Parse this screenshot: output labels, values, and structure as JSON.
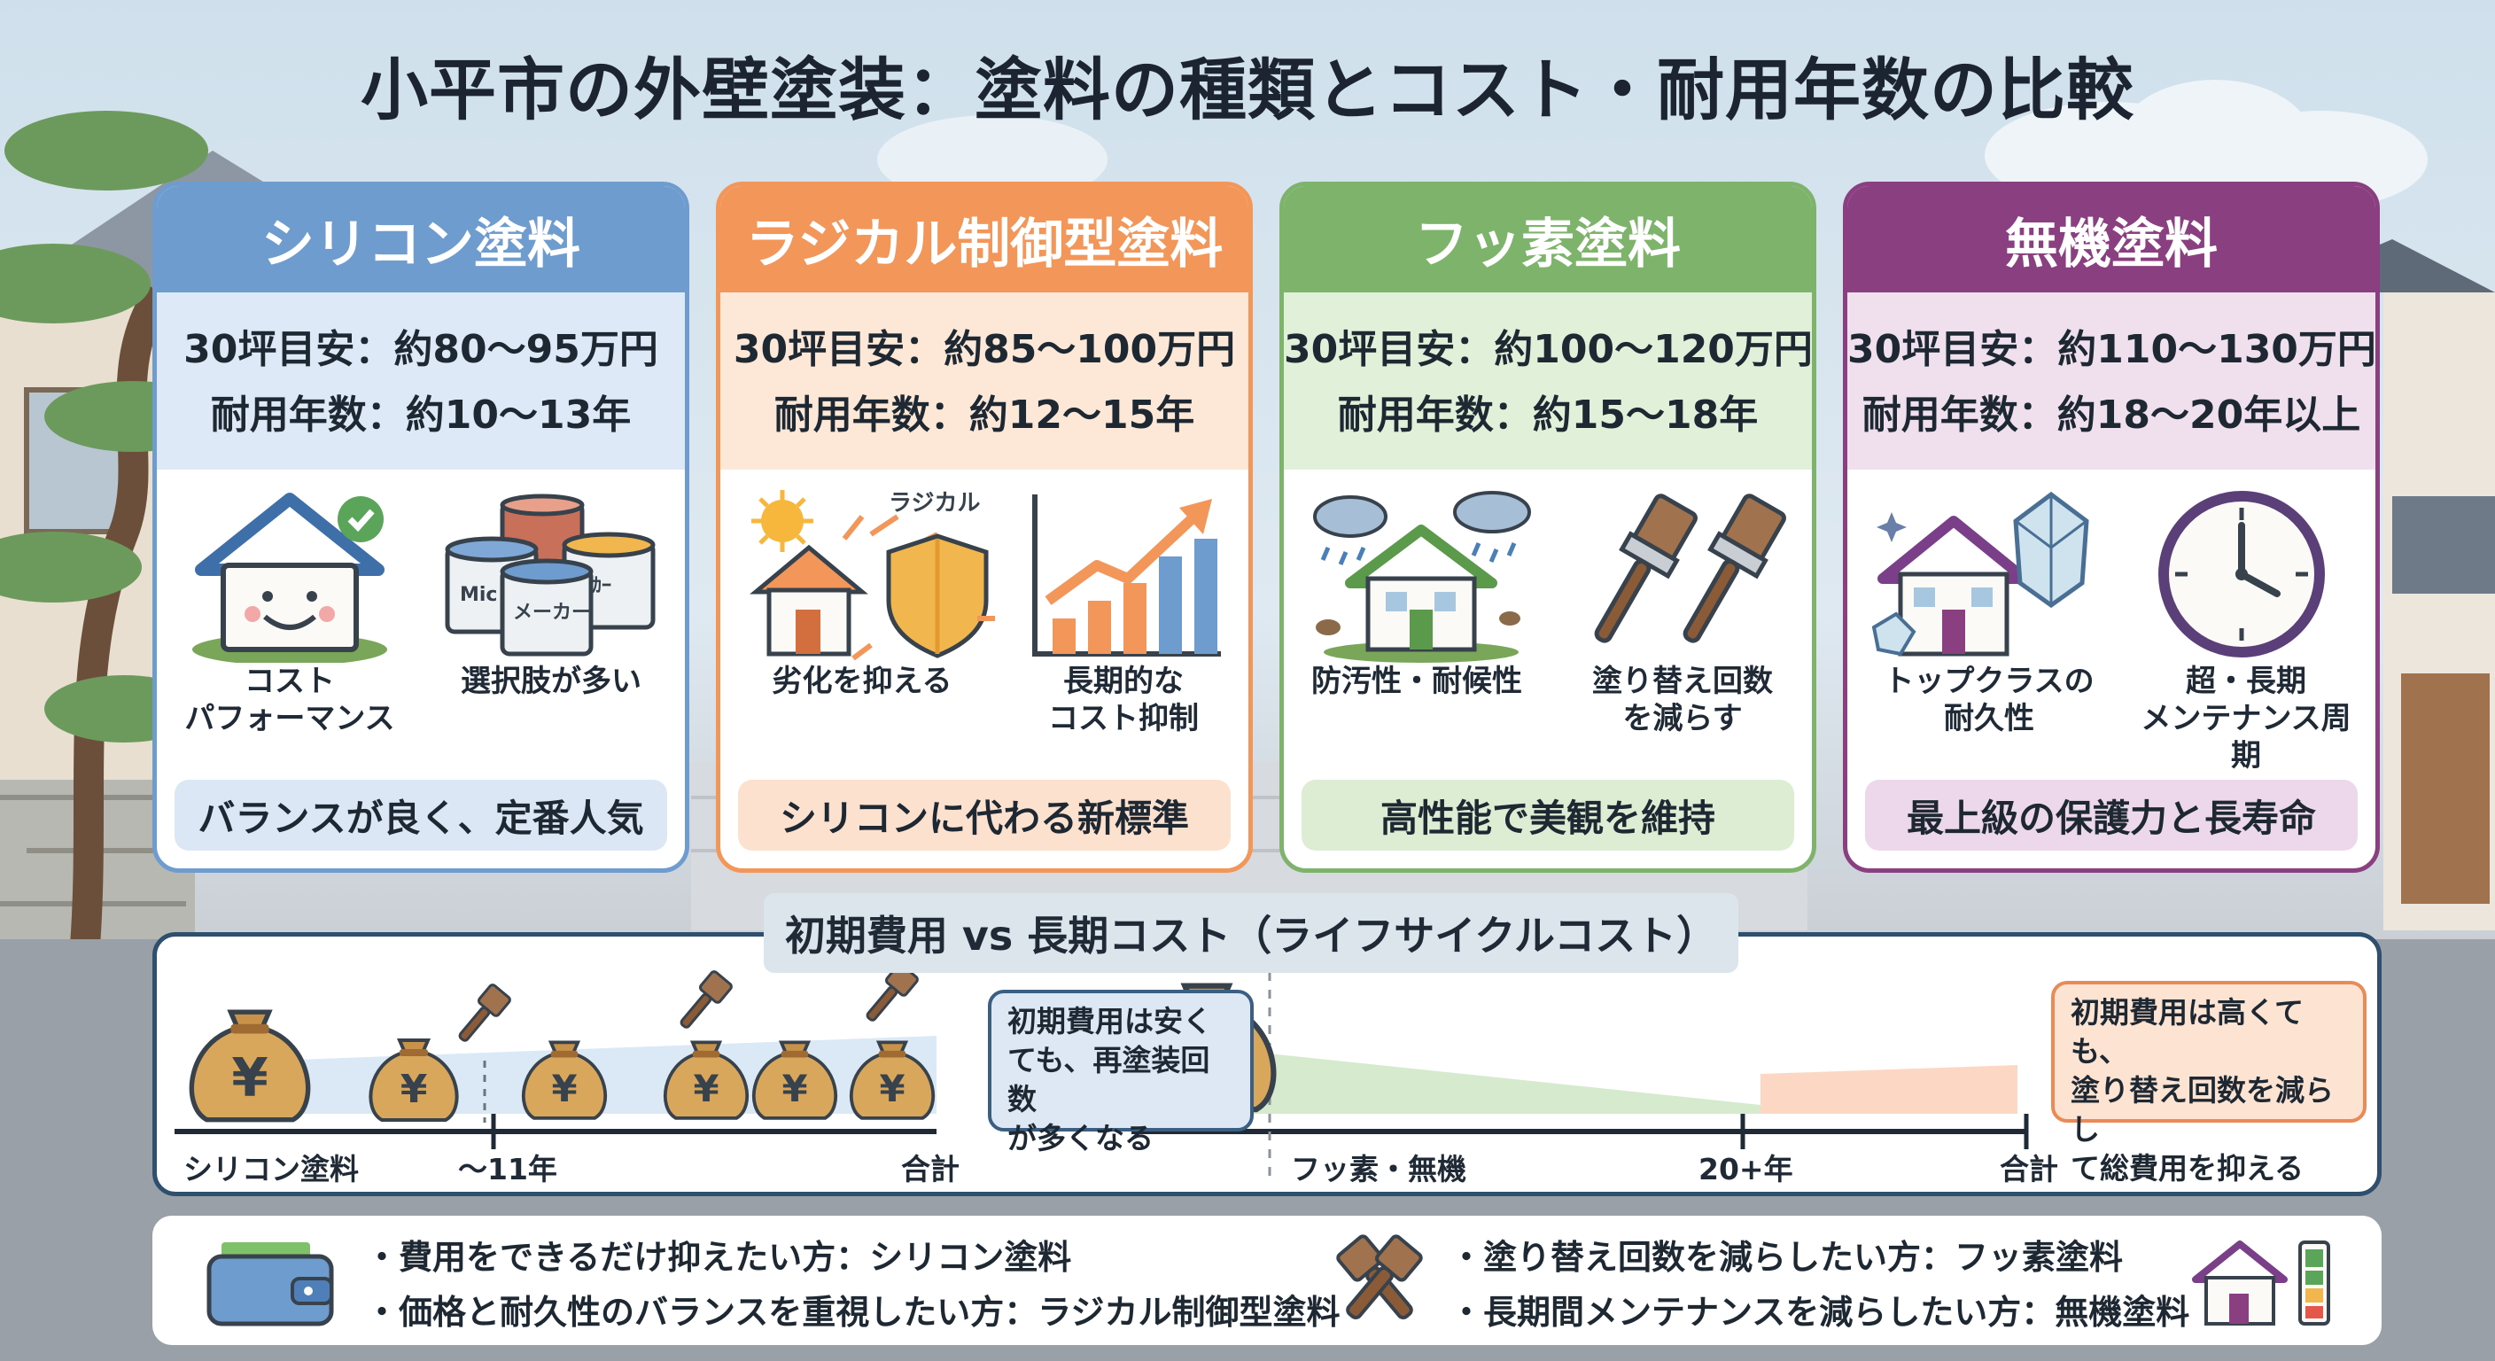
{
  "title": "小平市の外壁塗装：塗料の種類とコスト・耐用年数の比較",
  "colors": {
    "silicon": "#6f9ccf",
    "radical": "#f2965a",
    "fluorine": "#7db36b",
    "inorganic": "#8a3f80"
  },
  "cards": [
    {
      "name": "シリコン塗料",
      "cost": "30坪目安：約80〜95万円",
      "life": "耐用年数：約10〜13年",
      "icon1_label": "コスト\nパフォーマンス",
      "icon2_label": "選択肢が多い",
      "can_text_1": "Mic",
      "can_text_2": "ｶｶｰ",
      "can_text_3": "メーカー",
      "tagline": "バランスが良く、定番人気",
      "icon1": "smiling-house-check-icon",
      "icon2": "paint-cans-icon"
    },
    {
      "name": "ラジカル制御型塗料",
      "cost": "30坪目安：約85〜100万円",
      "life": "耐用年数：約12〜15年",
      "icon1_label": "劣化を抑える",
      "icon2_label": "長期的な\nコスト抑制",
      "radical_label": "ラジカル",
      "tagline": "シリコンに代わる新標準",
      "icon1": "sun-shield-house-icon",
      "icon2": "rising-bar-chart-icon"
    },
    {
      "name": "フッ素塗料",
      "cost": "30坪目安：約100〜120万円",
      "life": "耐用年数：約15〜18年",
      "icon1_label": "防汚性・耐候性",
      "icon2_label": "塗り替え回数\nを減らす",
      "tagline": "高性能で美観を維持",
      "icon1": "rain-house-icon",
      "icon2": "paint-brushes-icon"
    },
    {
      "name": "無機塗料",
      "cost": "30坪目安：約110〜130万円",
      "life": "耐用年数：約18〜20年以上",
      "icon1_label": "トップクラスの\n耐久性",
      "icon2_label": "超・長期\nメンテナンス周期",
      "tagline": "最上級の保護力と長寿命",
      "icon1": "crystal-house-icon",
      "icon2": "clock-icon"
    }
  ],
  "lifecycle": {
    "title": "初期費用 vs 長期コスト（ライフサイクルコスト）",
    "left": {
      "start_label": "シリコン塗料",
      "mid_label": "〜11年",
      "end_label": "合計",
      "note": "初期費用は安く\nても、再塗装回数\nが多くなる"
    },
    "right": {
      "start_label": "フッ素・無機",
      "mid_label": "20+年",
      "end_label": "合計",
      "note": "初期費用は高くても、\n塗り替え回数を減らし\nて総費用を抑える"
    },
    "currency_symbol": "¥"
  },
  "recommendations": [
    "・費用をできるだけ抑えたい方：シリコン塗料",
    "・価格と耐久性のバランスを重視したい方：ラジカル制御型塗料",
    "・塗り替え回数を減らしたい方：フッ素塗料",
    "・長期間メンテナンスを減らしたい方：無機塗料"
  ]
}
